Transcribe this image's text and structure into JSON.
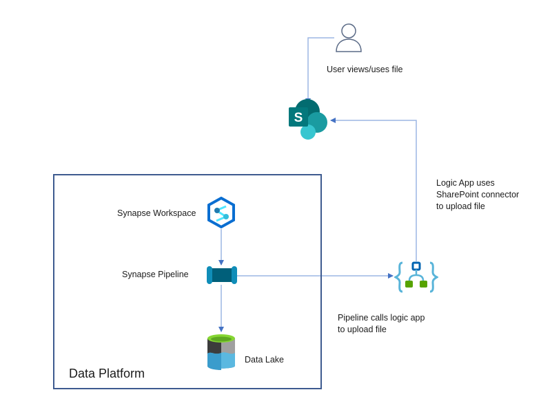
{
  "diagram": {
    "container": {
      "title": "Data Platform"
    },
    "nodes": {
      "user": {
        "icon": "user-icon",
        "label": "User views/uses file"
      },
      "sharepoint": {
        "icon": "sharepoint-icon",
        "letter": "S"
      },
      "synapse_workspace": {
        "icon": "synapse-workspace-icon",
        "label": "Synapse Workspace"
      },
      "synapse_pipeline": {
        "icon": "synapse-pipeline-icon",
        "label": "Synapse Pipeline"
      },
      "data_lake": {
        "icon": "data-lake-icon",
        "label": "Data Lake"
      },
      "logic_app": {
        "icon": "logic-app-icon"
      }
    },
    "annotations": {
      "logic_app_note": "Logic App uses\nSharePoint connector\nto upload file",
      "pipeline_note": "Pipeline calls logic app\nto upload file"
    },
    "edges": [
      {
        "from": "user",
        "to": "sharepoint"
      },
      {
        "from": "synapse_workspace",
        "to": "synapse_pipeline"
      },
      {
        "from": "synapse_pipeline",
        "to": "data_lake"
      },
      {
        "from": "synapse_pipeline",
        "to": "logic_app"
      },
      {
        "from": "logic_app",
        "to": "sharepoint"
      }
    ],
    "colors": {
      "connector": "#9bb5e3",
      "arrowhead": "#4472c4",
      "frame": "#3d5a8f"
    }
  }
}
